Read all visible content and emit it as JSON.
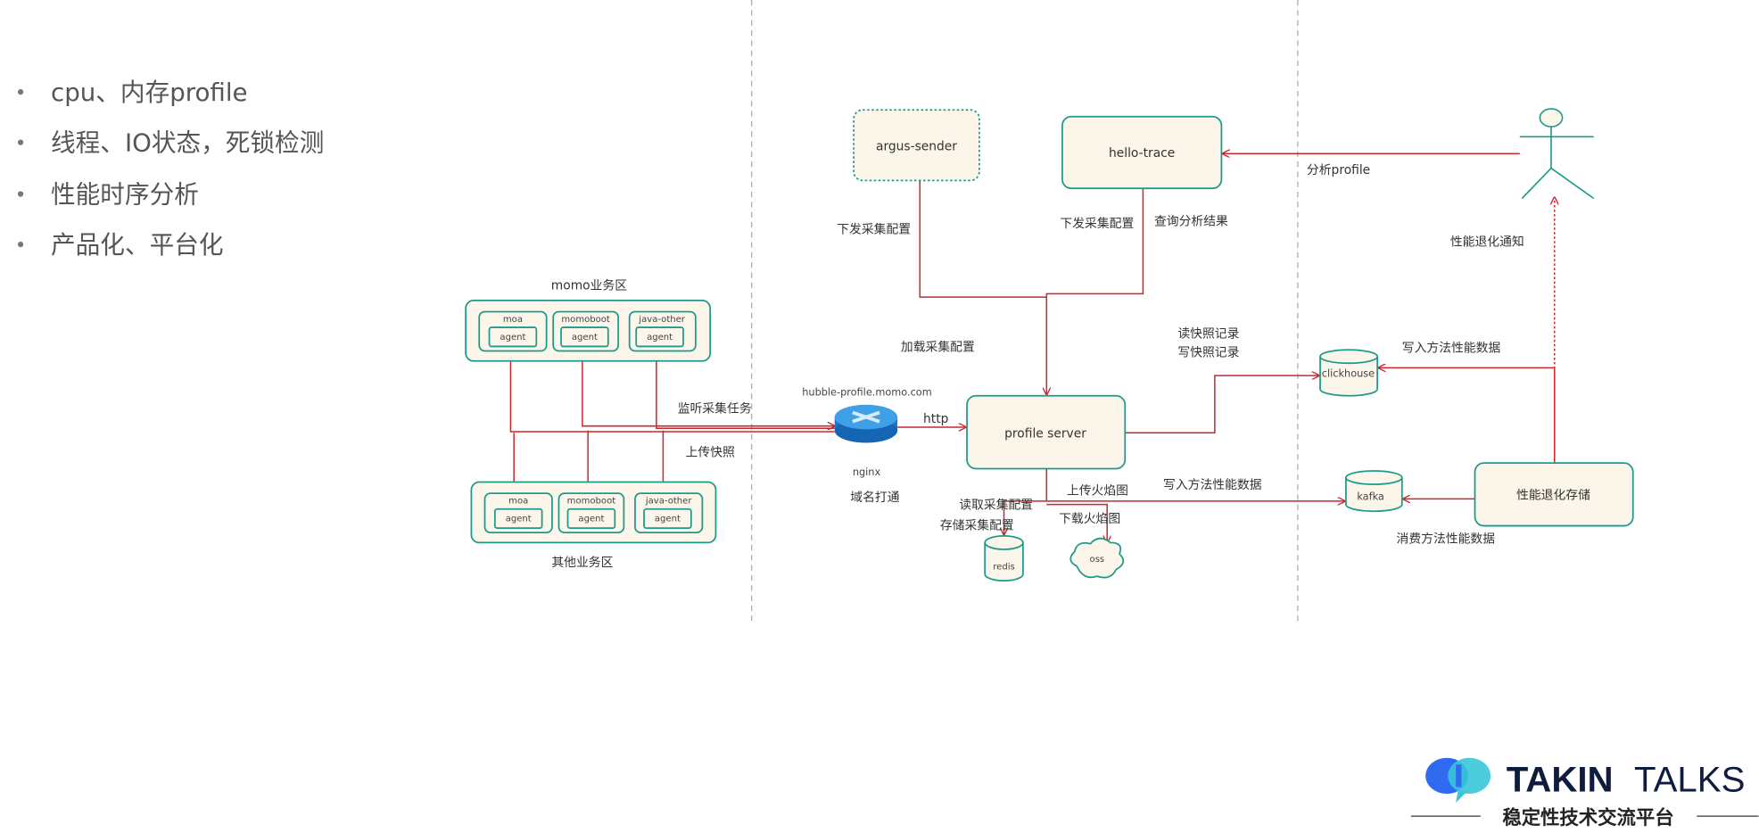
{
  "bullets": [
    "cpu、内存profile",
    "线程、IO状态，死锁检测",
    "性能时序分析",
    "产品化、平台化"
  ],
  "diagram": {
    "momo_zone": {
      "title": "momo业务区",
      "apps": [
        "moa",
        "momoboot",
        "java-other"
      ],
      "agent": "agent"
    },
    "other_zone": {
      "title": "其他业务区",
      "apps": [
        "moa",
        "momoboot",
        "java-other"
      ],
      "agent": "agent"
    },
    "edge_labels": {
      "listen": "监听采集任务",
      "upload_snapshot": "上传快照",
      "domain": "hubble-profile.momo.com",
      "nginx": "nginx",
      "domain_connect": "域名打通",
      "http": "http",
      "dispatch1": "下发采集配置",
      "dispatch2": "下发采集配置",
      "query": "查询分析结果",
      "load": "加载采集配置",
      "read_snap": "读快照记录",
      "write_snap": "写快照记录",
      "analyze": "分析profile",
      "notify": "性能退化通知",
      "write_method1": "写入方法性能数据",
      "write_method2": "写入方法性能数据",
      "consume": "消费方法性能数据",
      "upload_flame": "上传火焰图",
      "download_flame": "下载火焰图",
      "read_conf": "读取采集配置",
      "store_conf": "存储采集配置"
    },
    "nodes": {
      "argus": "argus-sender",
      "hello": "hello-trace",
      "profile": "profile server",
      "clickhouse": "clickhouse",
      "kafka": "kafka",
      "storage": "性能退化存储",
      "redis": "redis",
      "oss": "oss"
    },
    "colors": {
      "box_stroke": "#1e9a8c",
      "box_fill": "#fbf6e9",
      "arrow": "#c8282e"
    }
  },
  "logo": {
    "brand_bold": "TAKIN",
    "brand_light": "TALKS",
    "tagline": "稳定性技术交流平台"
  }
}
